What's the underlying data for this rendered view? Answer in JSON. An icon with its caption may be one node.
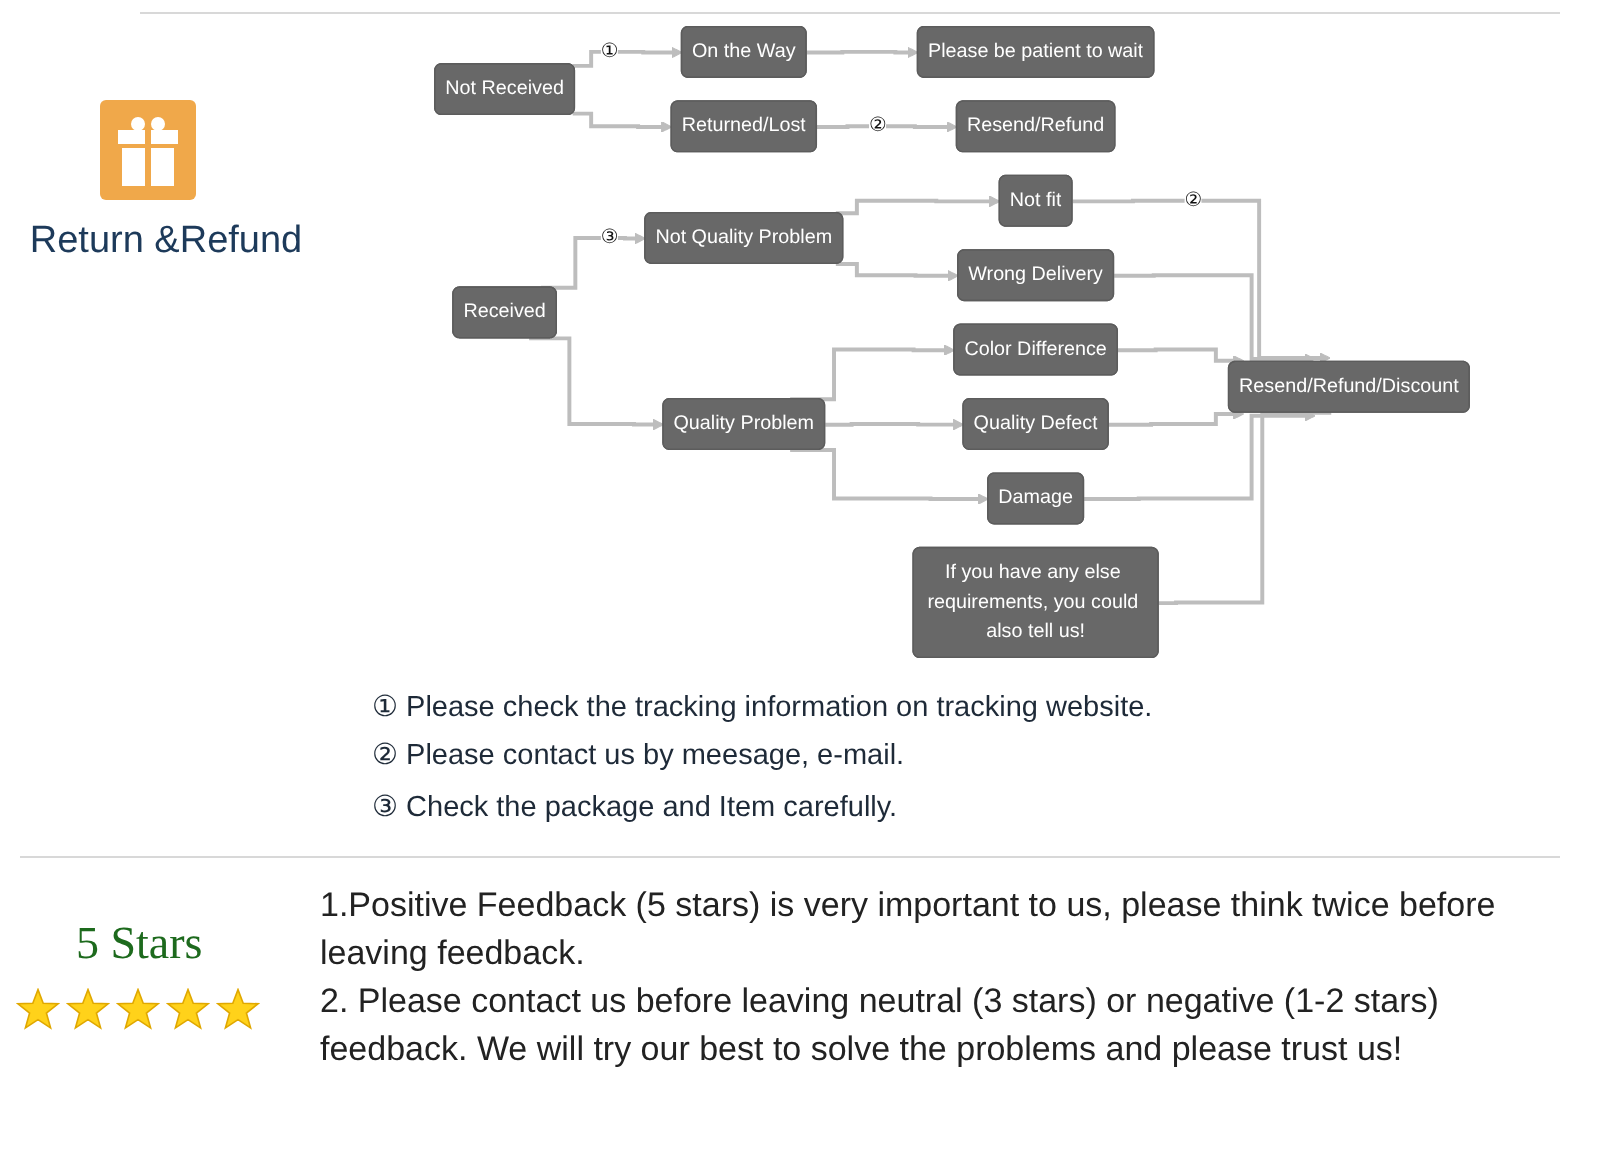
{
  "diagram": {
    "title": "Return &Refund",
    "nodes": [
      {
        "text": [
          "Not Received"
        ]
      },
      {
        "text": [
          "On the Way"
        ]
      },
      {
        "text": [
          "Returned/Lost"
        ]
      },
      {
        "text": [
          "Please be patient to wait"
        ]
      },
      {
        "text": [
          "Resend/Refund"
        ]
      },
      {
        "text": [
          "Received"
        ]
      },
      {
        "text": [
          "Not Quality Problem"
        ]
      },
      {
        "text": [
          "Quality Problem"
        ]
      },
      {
        "text": [
          "Not fit"
        ]
      },
      {
        "text": [
          "Wrong Delivery"
        ]
      },
      {
        "text": [
          "Color Difference"
        ]
      },
      {
        "text": [
          "Quality Defect"
        ]
      },
      {
        "text": [
          "Damage"
        ]
      },
      {
        "text": [
          "Resend/Refund/Discount"
        ]
      },
      {
        "text": [
          "If you have any else requirements, you could also tell us!"
        ]
      }
    ],
    "edges": [
      {
        "from": 0,
        "to": 1,
        "arrow": "to",
        "label": "①"
      },
      {
        "from": 0,
        "to": 2,
        "arrow": "to"
      },
      {
        "from": 1,
        "to": 3,
        "arrow": "to"
      },
      {
        "from": 2,
        "to": 4,
        "arrow": "to",
        "label": "②"
      },
      {
        "from": 5,
        "to": 6,
        "arrow": "to",
        "label": "③"
      },
      {
        "from": 5,
        "to": 7,
        "arrow": "to"
      },
      {
        "from": 6,
        "to": 8,
        "arrow": "to"
      },
      {
        "from": 6,
        "to": 9,
        "arrow": "to"
      },
      {
        "from": 7,
        "to": 10,
        "arrow": "to"
      },
      {
        "from": 7,
        "to": 11,
        "arrow": "to"
      },
      {
        "from": 7,
        "to": 12,
        "arrow": "to"
      },
      {
        "from": 8,
        "to": 13,
        "arrow": "to",
        "label": "②"
      },
      {
        "from": 9,
        "to": 13,
        "arrow": "to"
      },
      {
        "from": 10,
        "to": 13,
        "arrow": "to"
      },
      {
        "from": 11,
        "to": 13,
        "arrow": "to"
      },
      {
        "from": 12,
        "to": 13,
        "arrow": "to"
      },
      {
        "from": 14,
        "to": 13,
        "arrow": "none"
      }
    ],
    "labels": [
      "① Please check the tracking information on tracking website.",
      "② Please contact us by meesage, e-mail.",
      "③ Check the package and Item carefully.",
      "5 Stars",
      "1.Positive Feedback (5 stars) is very important to us, please think twice before leaving feedback.",
      "2. Please contact us before leaving neutral (3 stars) or negative (1-2 stars) feedback. We will try our best to solve the problems and please trust us!"
    ]
  }
}
